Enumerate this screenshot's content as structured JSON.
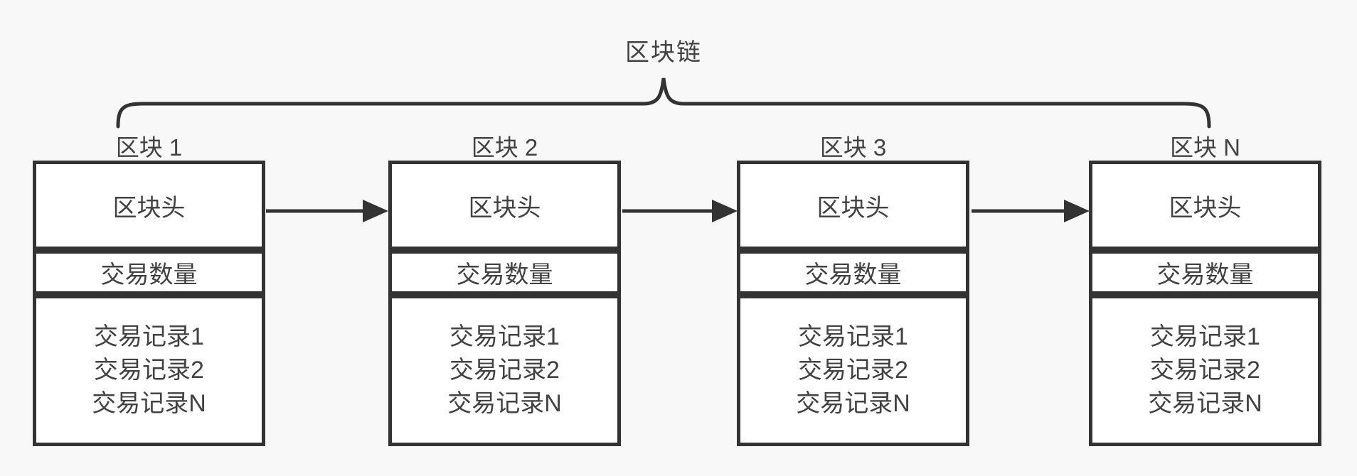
{
  "diagram": {
    "chain_label": "区块链",
    "blocks": [
      {
        "title": "区块 1",
        "header": "区块头",
        "tx_count": "交易数量",
        "records": [
          "交易记录1",
          "交易记录2",
          "交易记录N"
        ]
      },
      {
        "title": "区块 2",
        "header": "区块头",
        "tx_count": "交易数量",
        "records": [
          "交易记录1",
          "交易记录2",
          "交易记录N"
        ]
      },
      {
        "title": "区块 3",
        "header": "区块头",
        "tx_count": "交易数量",
        "records": [
          "交易记录1",
          "交易记录2",
          "交易记录N"
        ]
      },
      {
        "title": "区块 N",
        "header": "区块头",
        "tx_count": "交易数量",
        "records": [
          "交易记录1",
          "交易记录2",
          "交易记录N"
        ]
      }
    ]
  },
  "colors": {
    "background": "#f8f8f8",
    "box_fill": "#ffffff",
    "line": "#333333",
    "text": "#424242"
  }
}
